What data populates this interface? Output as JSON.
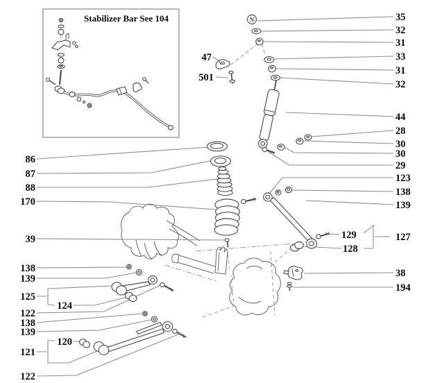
{
  "inset": {
    "title": "Stabilizer Bar See 104"
  },
  "symbols": {
    "nut": "N"
  },
  "callouts": {
    "right": [
      "35",
      "32",
      "31",
      "33",
      "31",
      "32",
      "44",
      "28",
      "30",
      "30",
      "29",
      "123",
      "138",
      "139",
      "127",
      "38",
      "194"
    ],
    "left": [
      "86",
      "87",
      "88",
      "170",
      "39",
      "138",
      "139",
      "125",
      "122",
      "138",
      "139",
      "121",
      "122"
    ],
    "indented": [
      "124",
      "120"
    ],
    "floating": [
      "47",
      "501",
      "129",
      "128"
    ]
  }
}
